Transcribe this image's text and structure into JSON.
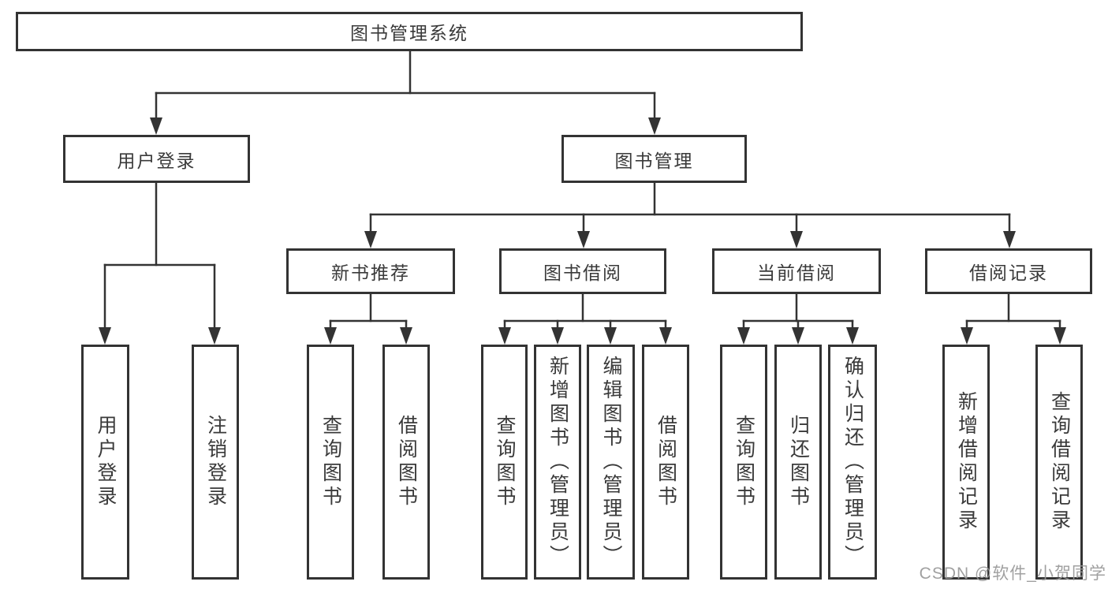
{
  "tree": {
    "label": "图书管理系统",
    "children": [
      {
        "label": "用户登录",
        "children": [
          {
            "label": "用户登录"
          },
          {
            "label": "注销登录"
          }
        ]
      },
      {
        "label": "图书管理",
        "children": [
          {
            "label": "新书推荐",
            "children": [
              {
                "label": "查询图书"
              },
              {
                "label": "借阅图书"
              }
            ]
          },
          {
            "label": "图书借阅",
            "children": [
              {
                "label": "查询图书"
              },
              {
                "label": "新增图书（管理员）"
              },
              {
                "label": "编辑图书（管理员）"
              },
              {
                "label": "借阅图书"
              }
            ]
          },
          {
            "label": "当前借阅",
            "children": [
              {
                "label": "查询图书"
              },
              {
                "label": "归还图书"
              },
              {
                "label": "确认归还（管理员）"
              }
            ]
          },
          {
            "label": "借阅记录",
            "children": [
              {
                "label": "新增借阅记录"
              },
              {
                "label": "查询借阅记录"
              }
            ]
          }
        ]
      }
    ]
  },
  "watermark": "CSDN @软件_小贺同学",
  "colors": {
    "line": "#333333",
    "text": "#3a3a3a",
    "background": "#ffffff",
    "watermark": "#989898"
  }
}
